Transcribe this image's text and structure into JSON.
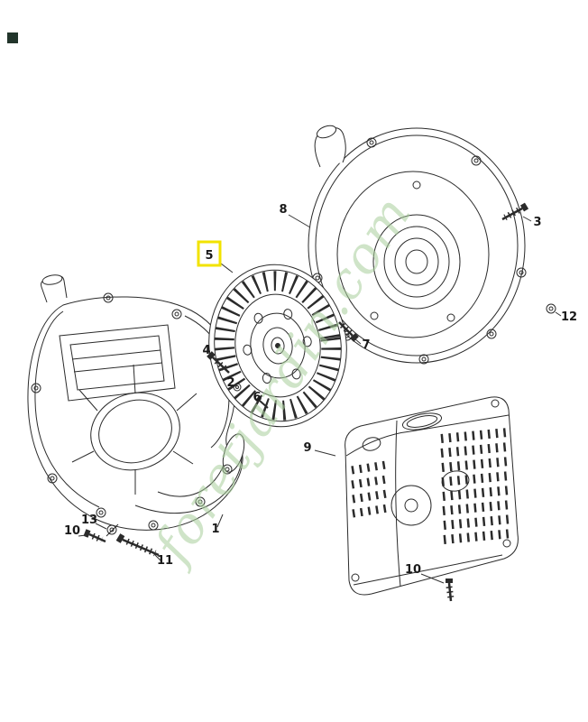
{
  "colors": {
    "background": "#ffffff",
    "line": "#2b2b2b",
    "watermark": "#a9cf9c",
    "highlight": "#f2e300",
    "label": "#1a1a1a"
  },
  "watermark": {
    "text": "foretjardin.com"
  },
  "diagram": {
    "callouts": [
      {
        "label": "8"
      },
      {
        "label": "3"
      },
      {
        "label": "12"
      },
      {
        "label": "5",
        "highlighted": true
      },
      {
        "label": "4"
      },
      {
        "label": "2"
      },
      {
        "label": "6"
      },
      {
        "label": "7"
      },
      {
        "label": "9"
      },
      {
        "label": "1"
      },
      {
        "label": "13"
      },
      {
        "label": "10"
      },
      {
        "label": "11"
      },
      {
        "label": "10"
      }
    ]
  }
}
